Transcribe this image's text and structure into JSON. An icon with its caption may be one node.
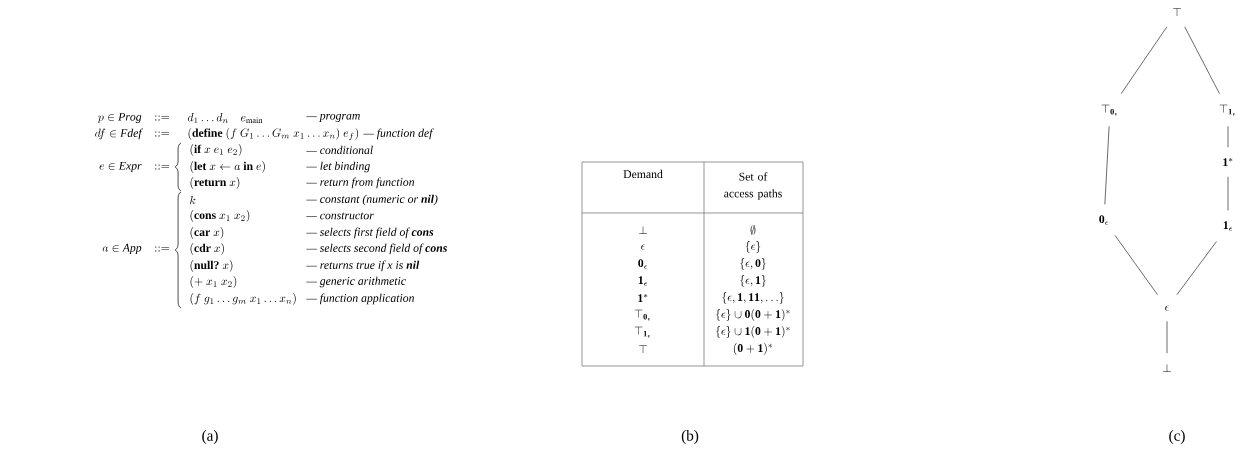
{
  "diagram": {
    "nodes": [
      {
        "text": [
          "\\top"
        ]
      },
      {
        "text": [
          "\\top_{\\mathbf{0}_\\epsilon}"
        ]
      },
      {
        "text": [
          "\\top_{\\mathbf{1}_\\epsilon}"
        ]
      },
      {
        "text": [
          "\\mathbf{1}^*"
        ]
      },
      {
        "text": [
          "\\mathbf{0}_\\epsilon"
        ]
      },
      {
        "text": [
          "\\mathbf{1}_\\epsilon"
        ]
      },
      {
        "text": [
          "\\epsilon"
        ]
      },
      {
        "text": [
          "\\bot"
        ]
      }
    ],
    "edges": [
      {
        "from": 0,
        "to": 1,
        "arrow": "none"
      },
      {
        "from": 0,
        "to": 2,
        "arrow": "none"
      },
      {
        "from": 1,
        "to": 4,
        "arrow": "none"
      },
      {
        "from": 2,
        "to": 3,
        "arrow": "none"
      },
      {
        "from": 3,
        "to": 5,
        "arrow": "none"
      },
      {
        "from": 4,
        "to": 6,
        "arrow": "none"
      },
      {
        "from": 5,
        "to": 6,
        "arrow": "none"
      },
      {
        "from": 6,
        "to": 7,
        "arrow": "none"
      }
    ],
    "labels": [
      "p \\in \\mathit{Prog}",
      "::=",
      "d_1 \\ldots d_n \\quad e_{\\mathrm{main}}",
      "— program",
      "df \\in \\mathit{Fdef}",
      "::=",
      "(\\textbf{define}\\ (f\\ G_1 \\ldots G_m\\ x_1 \\ldots x_n)\\ e_f)",
      "— function def",
      "(\\textbf{if}\\ x\\ e_1\\ e_2)",
      "— conditional",
      "e \\in \\mathit{Expr}",
      "::=",
      "(\\textbf{let}\\ x \\leftarrow a\\ \\textbf{in}\\ e)",
      "— let binding",
      "(\\textbf{return}\\ x)",
      "— return from function",
      "k",
      "— constant (numeric or **nil**)",
      "(\\textbf{cons}\\ x_1\\ x_2)",
      "— constructor",
      "(\\textbf{car}\\ x)",
      "— selects first field of **cons**",
      "a \\in \\mathit{App}",
      "::=",
      "(\\textbf{cdr}\\ x)",
      "— selects second field of **cons**",
      "(\\textbf{null?}\\ x)",
      "— returns true if x is **nil**",
      "(+\\ x_1\\ x_2)",
      "— generic arithmetic",
      "(f\\ g_1 \\ldots g_m\\ x_1 \\ldots x_n)",
      "— function application",
      "(a)",
      "Demand",
      "Set of access paths",
      "\\bot",
      "\\emptyset",
      "\\epsilon",
      "\\{\\epsilon\\}",
      "\\mathbf{0}_\\epsilon",
      "\\{\\epsilon, \\mathbf{0}\\}",
      "\\mathbf{1}_\\epsilon",
      "\\{\\epsilon, \\mathbf{1}\\}",
      "\\mathbf{1}^*",
      "\\{\\epsilon, \\mathbf{1}, \\mathbf{11}, \\ldots\\}",
      "\\top_{\\mathbf{0}_\\epsilon}",
      "\\{\\epsilon\\} \\cup \\mathbf{0}(\\mathbf{0}+\\mathbf{1})^*",
      "\\top_{\\mathbf{1}_\\epsilon}",
      "\\{\\epsilon\\} \\cup \\mathbf{1}(\\mathbf{0}+\\mathbf{1})^*",
      "\\top",
      "(\\mathbf{0}+\\mathbf{1})^*",
      "(b)",
      "(c)"
    ]
  }
}
